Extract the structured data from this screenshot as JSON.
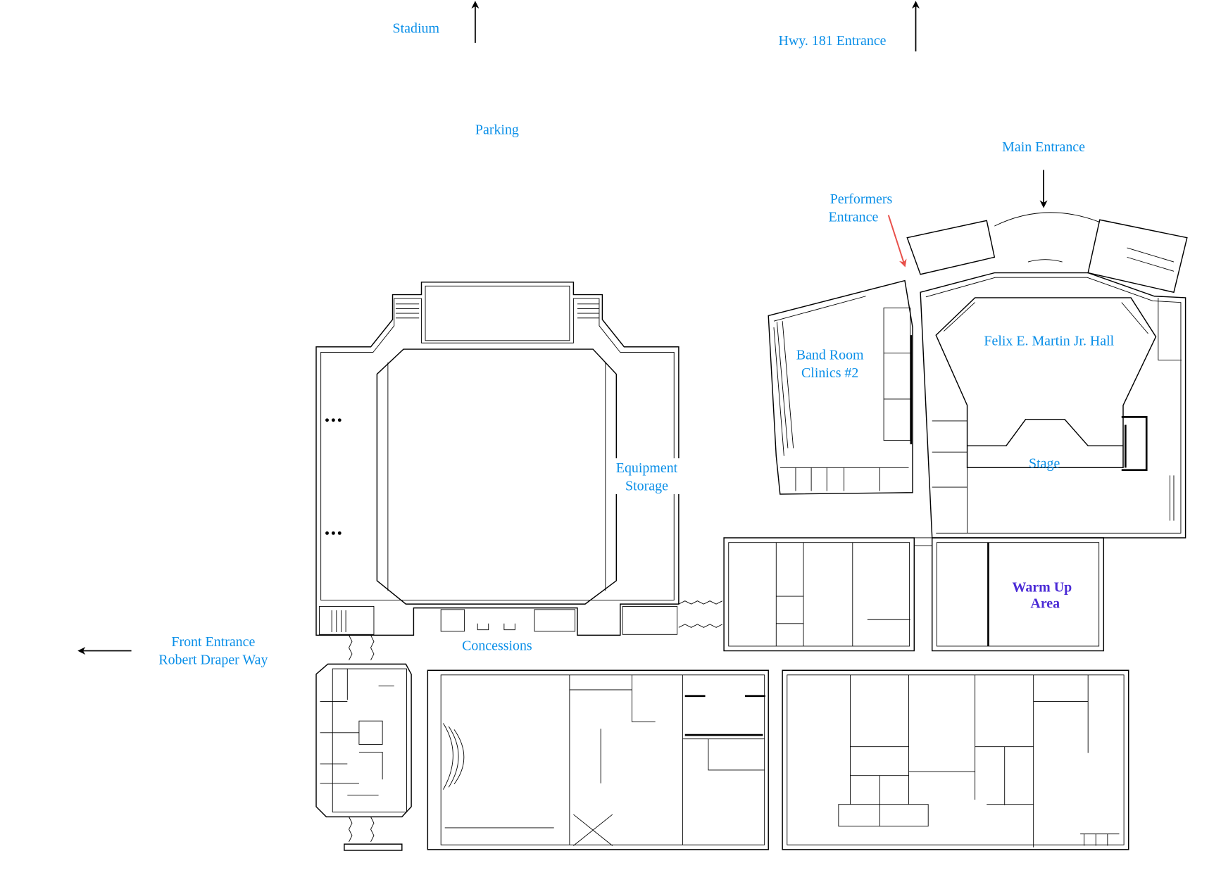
{
  "colors": {
    "label": "#0a8fe8",
    "warmup": "#4b2bd6",
    "performers_arrow": "#e8504a",
    "wall": "#000000"
  },
  "labels": {
    "stadium": "Stadium",
    "hwy": "Hwy. 181 Entrance",
    "parking": "Parking",
    "main_entrance": "Main Entrance",
    "performers_1": "Performers",
    "performers_2": "Entrance",
    "band_room_1": "Band Room",
    "band_room_2": "Clinics #2",
    "hall": "Felix E. Martin Jr. Hall",
    "stage": "Stage",
    "equipment_1": "Equipment",
    "equipment_2": "Storage",
    "concessions": "Concessions",
    "front_entrance_1": "Front Entrance",
    "front_entrance_2": "Robert Draper Way",
    "warmup_1": "Warm Up",
    "warmup_2": "Area"
  },
  "icons": [
    "arrow-up-icon",
    "arrow-down-icon",
    "arrow-left-icon",
    "red-pointer-arrow-icon"
  ]
}
